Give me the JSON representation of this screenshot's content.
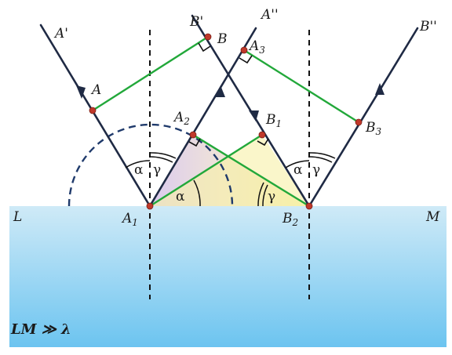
{
  "colors": {
    "medium_top": "#cfeaf7",
    "medium_bottom": "#6cc4f0",
    "ray": "#1f2a44",
    "wavefront": "#22a83a",
    "point": "#c0392b",
    "triangle_left": "#d9c8ee",
    "triangle_right": "#f7f0a6",
    "normal": "#111111",
    "arc_dashed": "#1f3a6b"
  },
  "labels": {
    "A_prime": "A'",
    "B_prime": "B'",
    "A_dprime": "A''",
    "B_dprime": "B''",
    "A": "A",
    "B": "B",
    "A1": "A",
    "A1_sub": "1",
    "A2": "A",
    "A2_sub": "2",
    "A3": "A",
    "A3_sub": "3",
    "B1": "B",
    "B1_sub": "1",
    "B2": "B",
    "B2_sub": "2",
    "B3": "B",
    "B3_sub": "3",
    "L": "L",
    "M": "M"
  },
  "angles": {
    "alpha": "α",
    "gamma": "γ"
  },
  "note": "LM ≫ λ"
}
